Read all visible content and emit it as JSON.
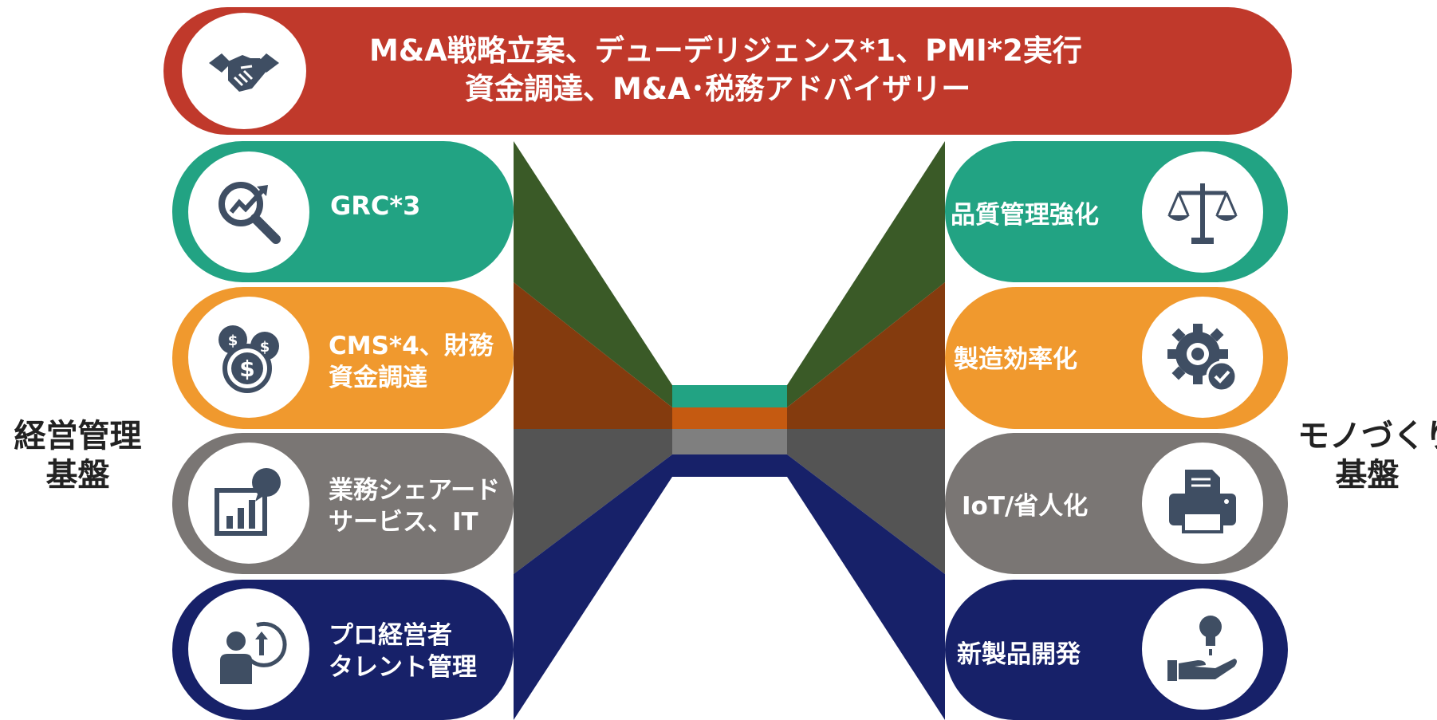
{
  "top_banner": {
    "line1": "M&A戦略立案、デューデリジェンス*1、PMI*2実行",
    "line2": "資金調達、M&A･税務アドバイザリー",
    "icon": "handshake-icon",
    "color": "#c0392b"
  },
  "left_heading": {
    "line1": "経営管理",
    "line2": "基盤"
  },
  "right_heading": {
    "line1": "モノづくり",
    "line2": "基盤"
  },
  "left_items": [
    {
      "line1": "GRC*3",
      "line2": "",
      "icon": "magnifier-growth-icon",
      "color": "#22a383"
    },
    {
      "line1": "CMS*4、財務",
      "line2": "資金調達",
      "icon": "coins-icon",
      "color": "#f0992e"
    },
    {
      "line1": "業務シェアード",
      "line2": "サービス、IT",
      "icon": "report-chart-icon",
      "color": "#7a7674"
    },
    {
      "line1": "プロ経営者",
      "line2": "タレント管理",
      "icon": "person-growth-icon",
      "color": "#172169"
    }
  ],
  "right_items": [
    {
      "line1": "品質管理強化",
      "line2": "",
      "icon": "scales-icon",
      "color": "#22a383"
    },
    {
      "line1": "製造効率化",
      "line2": "",
      "icon": "gear-check-icon",
      "color": "#f0992e"
    },
    {
      "line1": "IoT/省人化",
      "line2": "",
      "icon": "printer-icon",
      "color": "#7a7674"
    },
    {
      "line1": "新製品開発",
      "line2": "",
      "icon": "lightbulb-hand-icon",
      "color": "#172169"
    }
  ],
  "funnel_colors": [
    "#3a5a27",
    "#843b0e",
    "#545454",
    "#172169"
  ],
  "center_band_colors": [
    "#22a383",
    "#c55a11",
    "#7f7f7f",
    "#172169"
  ]
}
